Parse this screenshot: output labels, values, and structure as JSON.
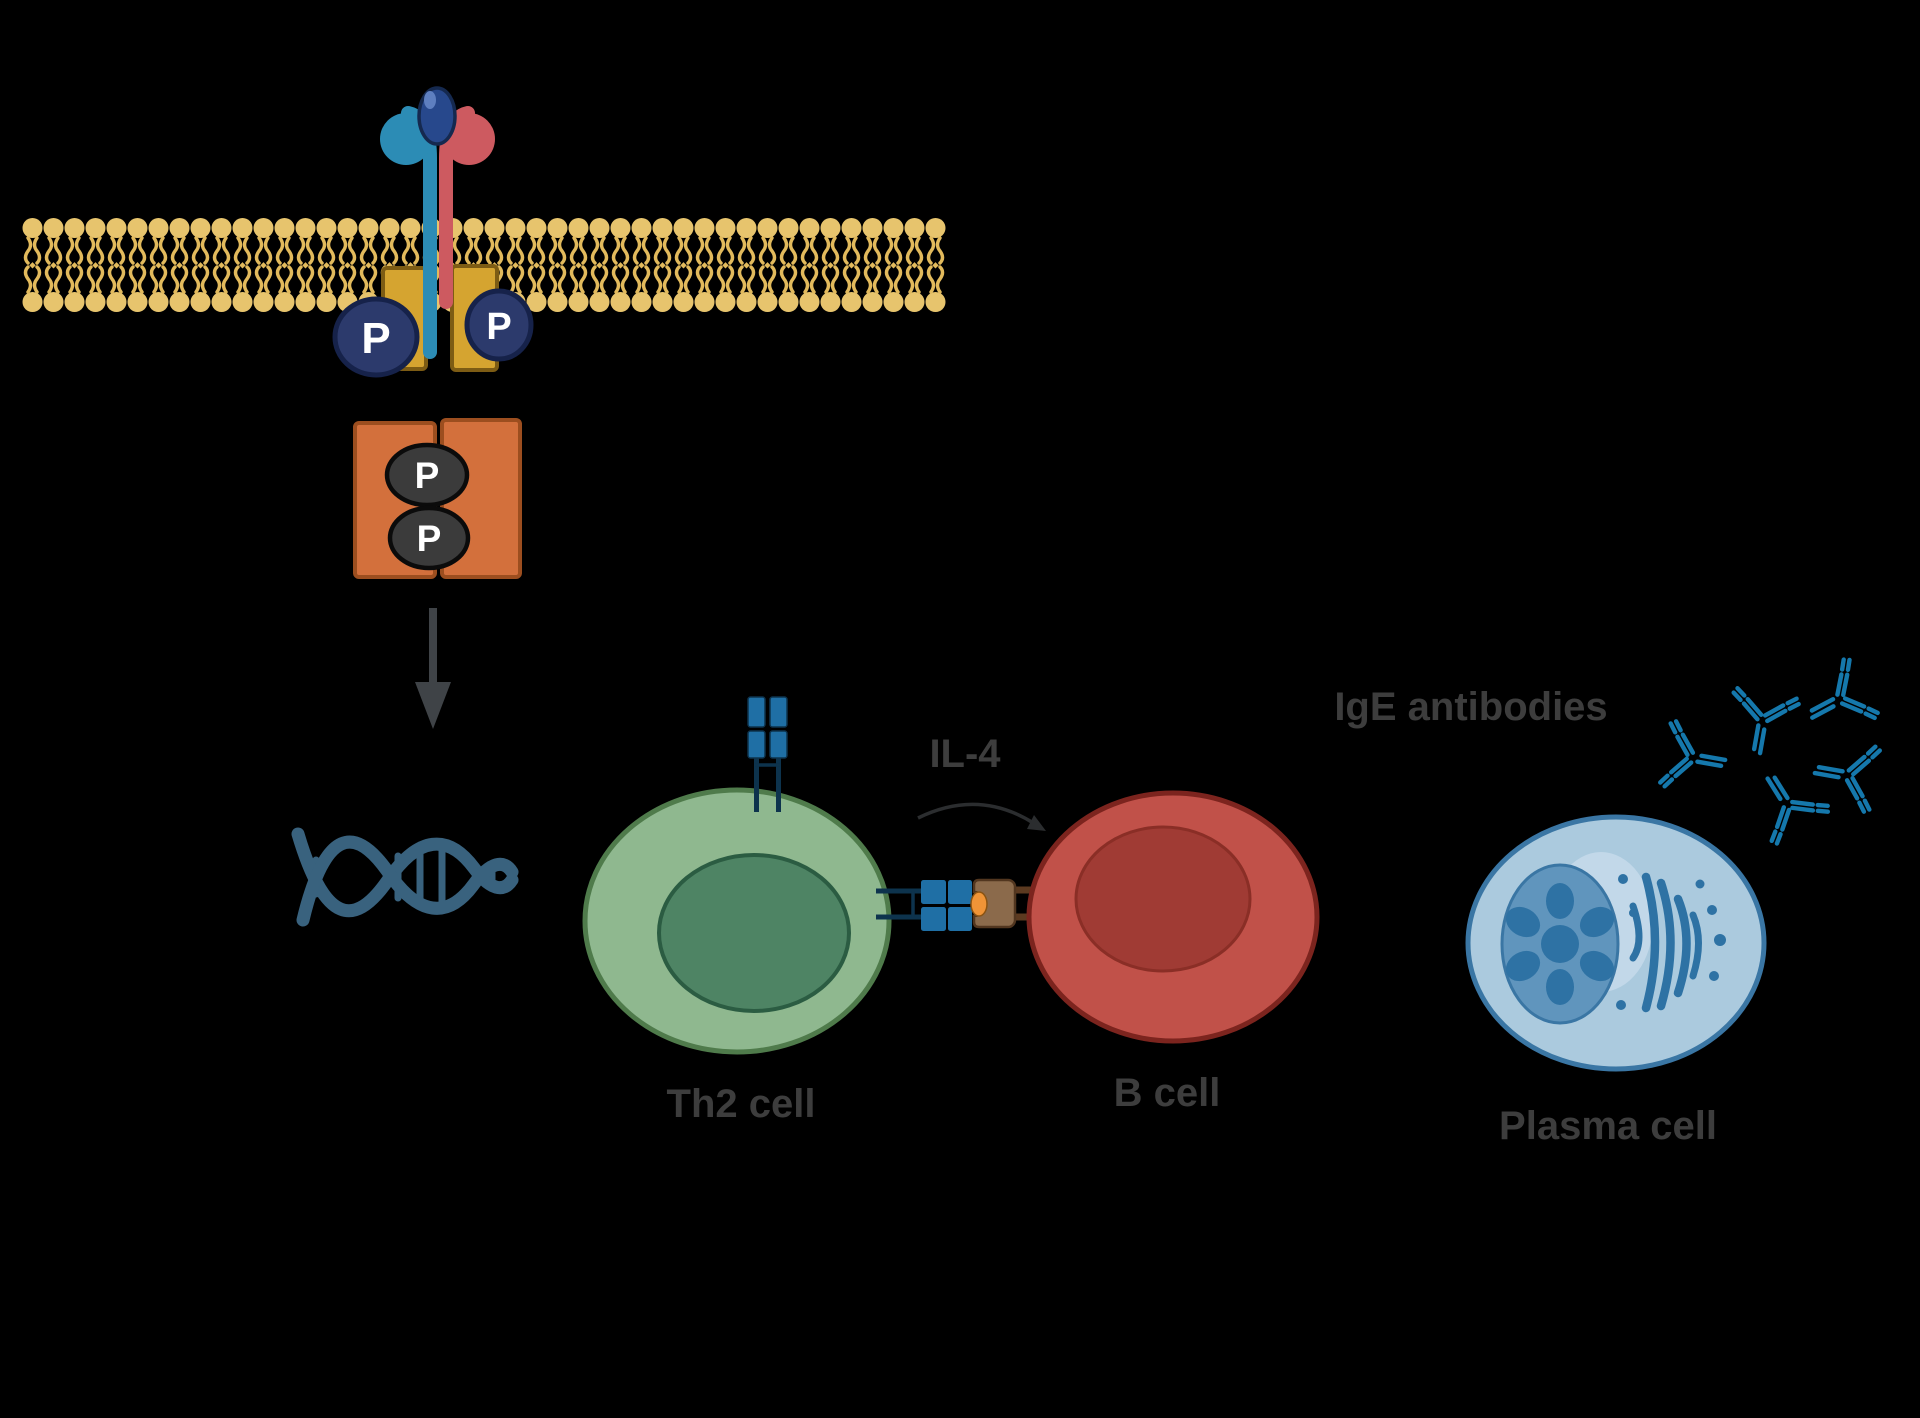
{
  "background_color": "#000000",
  "labels": {
    "il4": "IL-4",
    "th2_cell": "Th2 cell",
    "b_cell": "B cell",
    "ige_antibodies": "IgE antibodies",
    "plasma_cell": "Plasma cell"
  },
  "marks": {
    "phospho": "P"
  },
  "icons": {
    "membrane": "lipid-bilayer-icon",
    "ligand": "il4-cytokine-icon",
    "receptor_blue_chain": "receptor-alpha-chain-icon",
    "receptor_red_chain": "receptor-gamma-chain-icon",
    "kinases": "jak-kinase-icon",
    "phosphate_badge": "phosphate-p-badge-icon",
    "stat_dimer": "stat6-dimer-icon",
    "signal_arrow": "signal-arrow-down-icon",
    "dna": "dna-helix-icon",
    "th2": "th2-cell-icon",
    "tcr": "t-cell-receptor-icon",
    "mhc": "mhc-peptide-complex-icon",
    "b_cell": "b-cell-icon",
    "il4_arrow": "il4-secretion-arrow-icon",
    "plasma": "plasma-cell-icon",
    "antibody": "ige-antibody-y-icon"
  },
  "colors": {
    "membrane": "#e7c46d",
    "receptor_chain_blue": "#2c8cb5",
    "receptor_chain_red": "#cd5a60",
    "il4_ligand": "#27488c",
    "jak_kinase": "#d5a430",
    "phosphate_membrane": "#2c3a6c",
    "stat_dimer": "#d3703c",
    "phosphate_stat": "#3b3b3b",
    "dna": "#39627e",
    "th2_cell_body": "#8fb88f",
    "th2_nucleus": "#4e8464",
    "tcr_blue": "#1f6fa5",
    "mhc_brown": "#8b6a4b",
    "antigen_peptide": "#f09437",
    "b_cell_body": "#c15149",
    "b_cell_nucleus": "#a03b34",
    "plasma_cell_body": "#abcade",
    "plasma_cell_organelles": "#2e72a4",
    "antibody_blue": "#1578ac",
    "label_text": "#3d3d3d",
    "arrow": "#3f4347"
  }
}
